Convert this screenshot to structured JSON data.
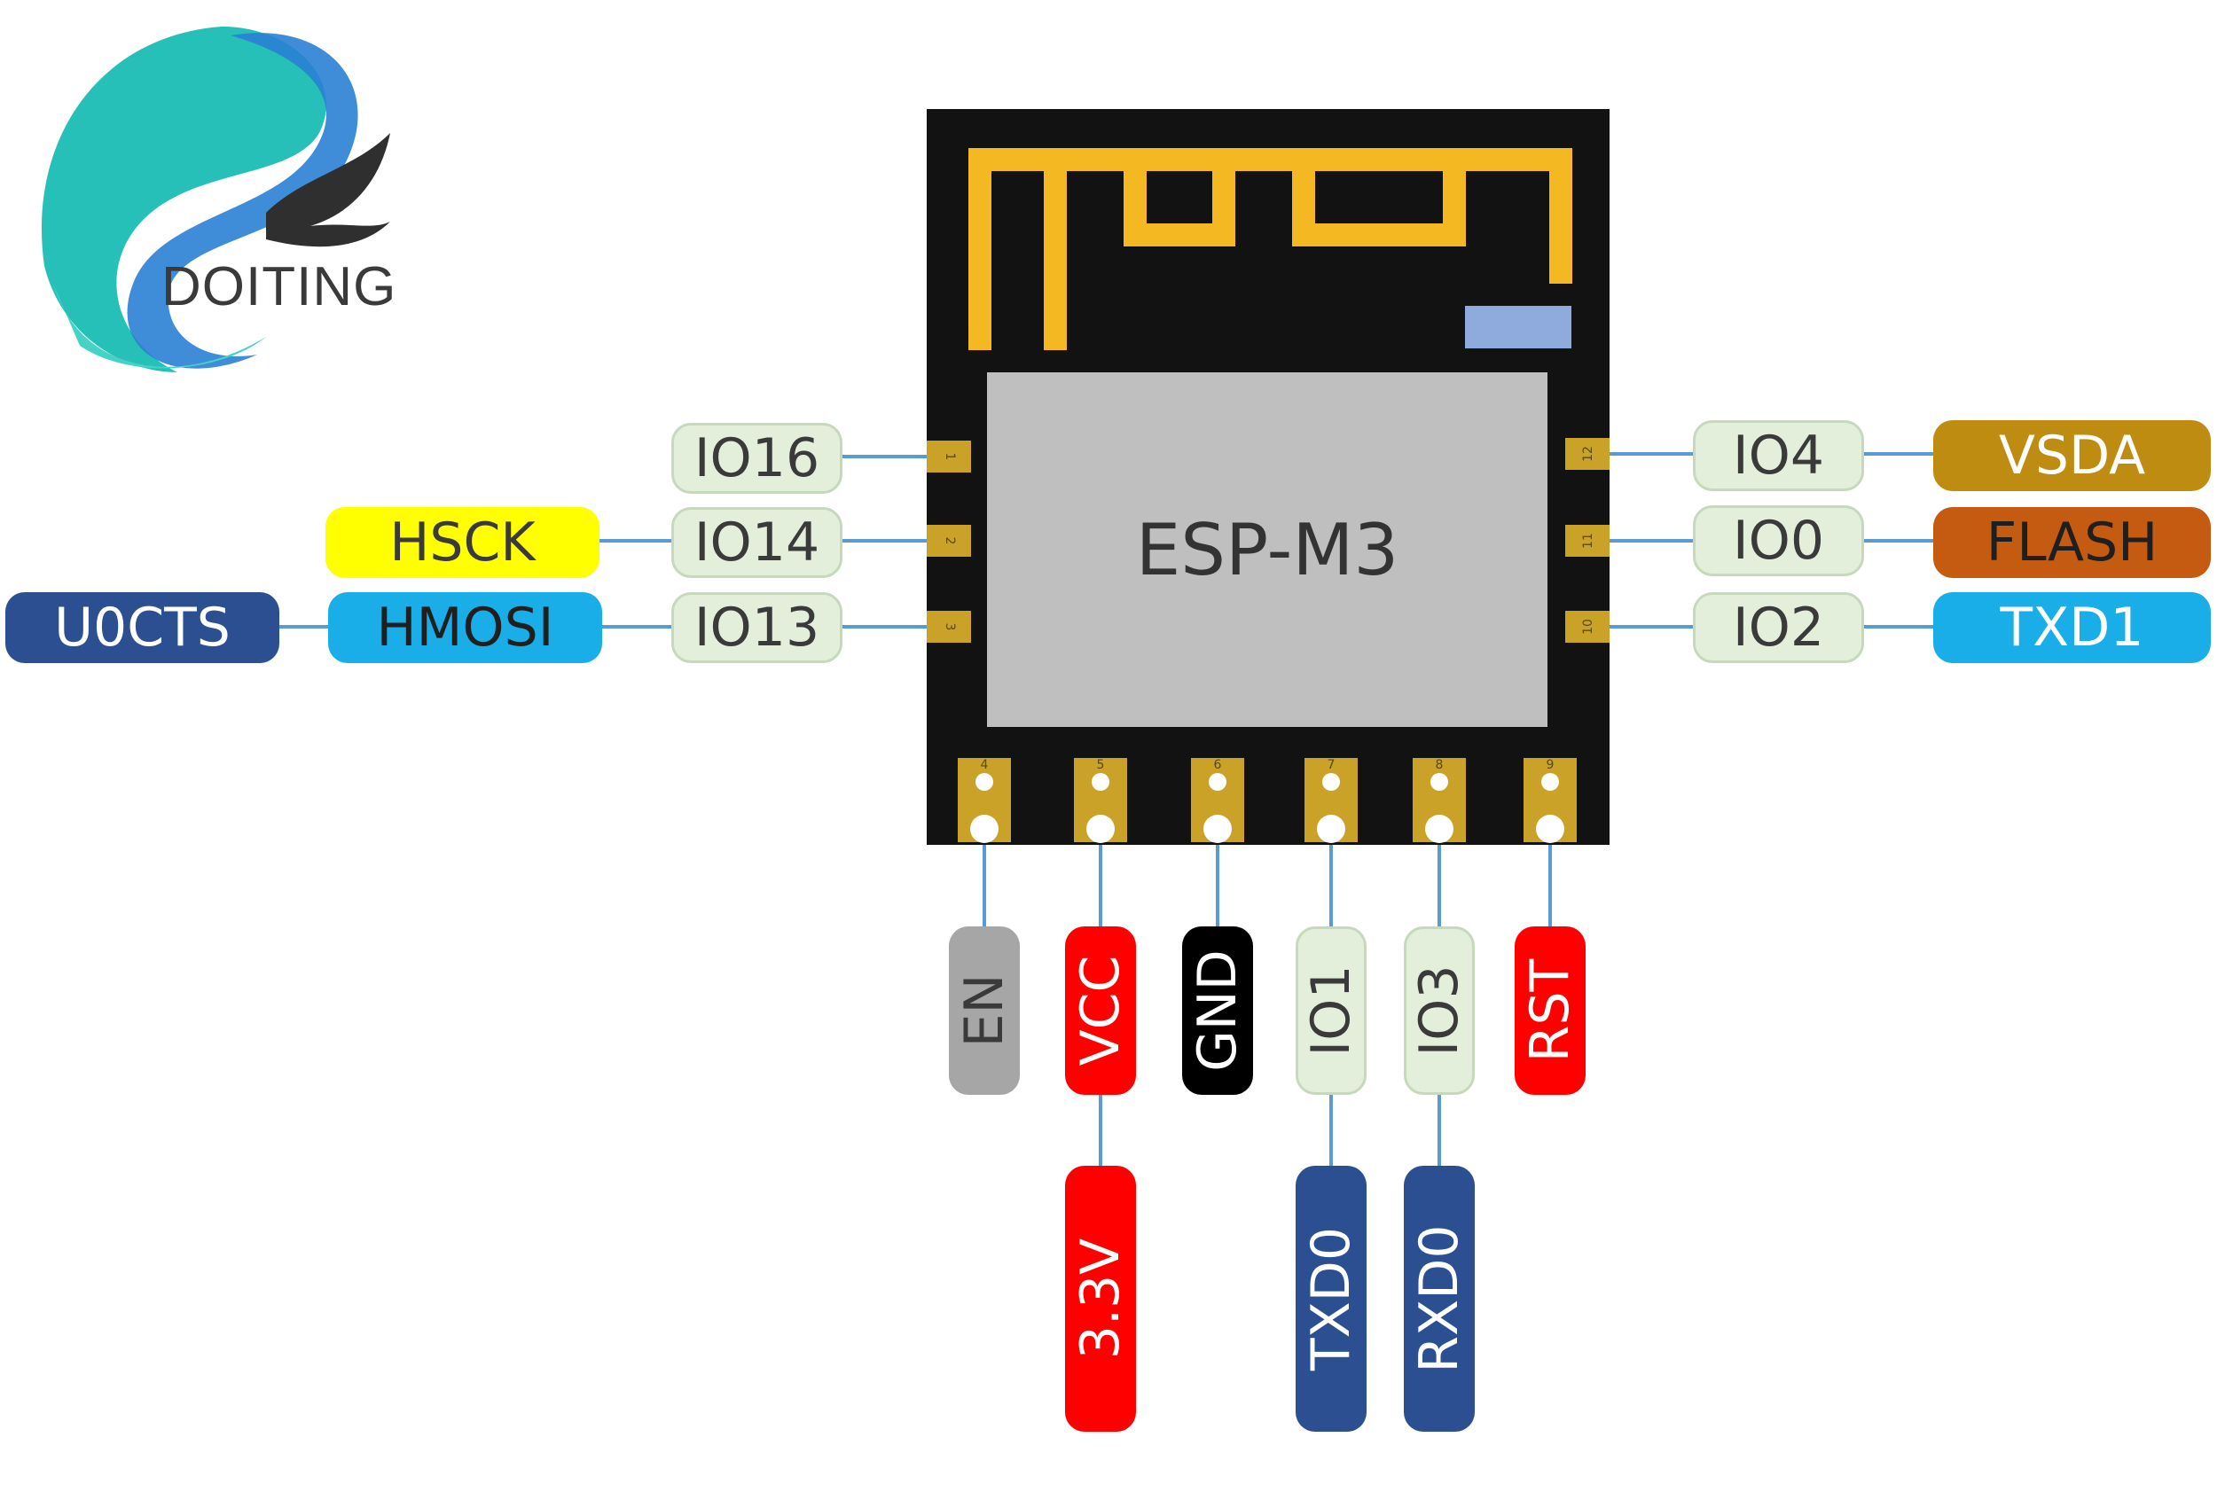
{
  "logo": {
    "brand": "DOITING"
  },
  "module": {
    "name": "ESP-M3"
  },
  "colors": {
    "chip_body": "#121212",
    "antenna": "#f4b922",
    "shield": "#bfbfbf",
    "pin_label_bg": "#e3efdb",
    "hsck": "#ffff00",
    "hmosi": "#1aaee8",
    "u0cts": "#2c4f91",
    "vsda": "#be8c10",
    "flash": "#c55a11",
    "txd1": "#1aaee8",
    "en": "#a6a6a6",
    "vcc": "#ff0000",
    "gnd": "#000000",
    "rst": "#ff0000",
    "v33": "#ff0000",
    "txd0": "#2c4f91",
    "rxd0": "#2c4f91"
  },
  "left_pins": [
    {
      "number": "1",
      "label": "IO16",
      "functions": []
    },
    {
      "number": "2",
      "label": "IO14",
      "functions": [
        "HSCK"
      ]
    },
    {
      "number": "3",
      "label": "IO13",
      "functions": [
        "HMOSI",
        "U0CTS"
      ]
    }
  ],
  "right_pins": [
    {
      "number": "12",
      "label": "IO4",
      "function": "VSDA"
    },
    {
      "number": "11",
      "label": "IO0",
      "function": "FLASH"
    },
    {
      "number": "10",
      "label": "IO2",
      "function": "TXD1"
    }
  ],
  "bottom_pins": [
    {
      "number": "4",
      "label": "EN",
      "function": ""
    },
    {
      "number": "5",
      "label": "VCC",
      "function": "3.3V"
    },
    {
      "number": "6",
      "label": "GND",
      "function": ""
    },
    {
      "number": "7",
      "label": "IO1",
      "function": "TXD0"
    },
    {
      "number": "8",
      "label": "IO3",
      "function": "RXD0"
    },
    {
      "number": "9",
      "label": "RST",
      "function": ""
    }
  ]
}
